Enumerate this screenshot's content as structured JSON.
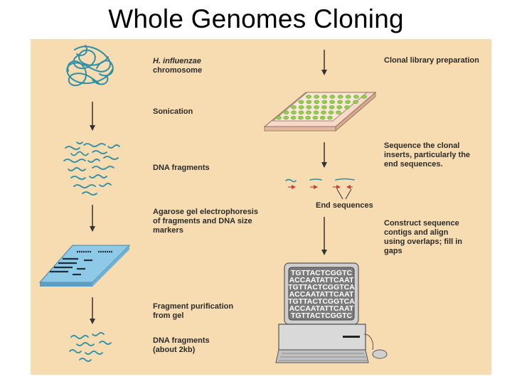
{
  "title": "Whole Genomes Cloning",
  "left_steps": {
    "chromosome_italic": "H. influenzae",
    "chromosome_rest": "chromosome",
    "sonication": "Sonication",
    "dna_fragments": "DNA fragments",
    "agarose": "Agarose gel electrophoresis of fragments and DNA size markers",
    "purification": "Fragment purification from gel",
    "dna_fragments_2kb": "DNA fragments (about 2kb)"
  },
  "right_steps": {
    "clonal_library": "Clonal library preparation",
    "sequence_inserts": "Sequence the clonal inserts, particularly the end sequences.",
    "end_sequences": "End sequences",
    "construct_contigs": "Construct sequence contigs and align using overlaps; fill in gaps"
  },
  "screen_lines": [
    "TGTTACTCGGTC",
    "ACCAATATTCAAT",
    "TGTTACTCGGTCA",
    "ACCAATATTCAAT",
    "TGTTACTCGGTCA",
    "ACCAATATTCAAT",
    "TGTTACTCGGTC"
  ],
  "colors": {
    "panel": "#f7dcb1",
    "dna": "#2f8fa6",
    "plate_well": "#8fcf4a",
    "gel": "#8ec9e8",
    "arrow": "#333333",
    "red_arrow": "#d23a3a"
  }
}
